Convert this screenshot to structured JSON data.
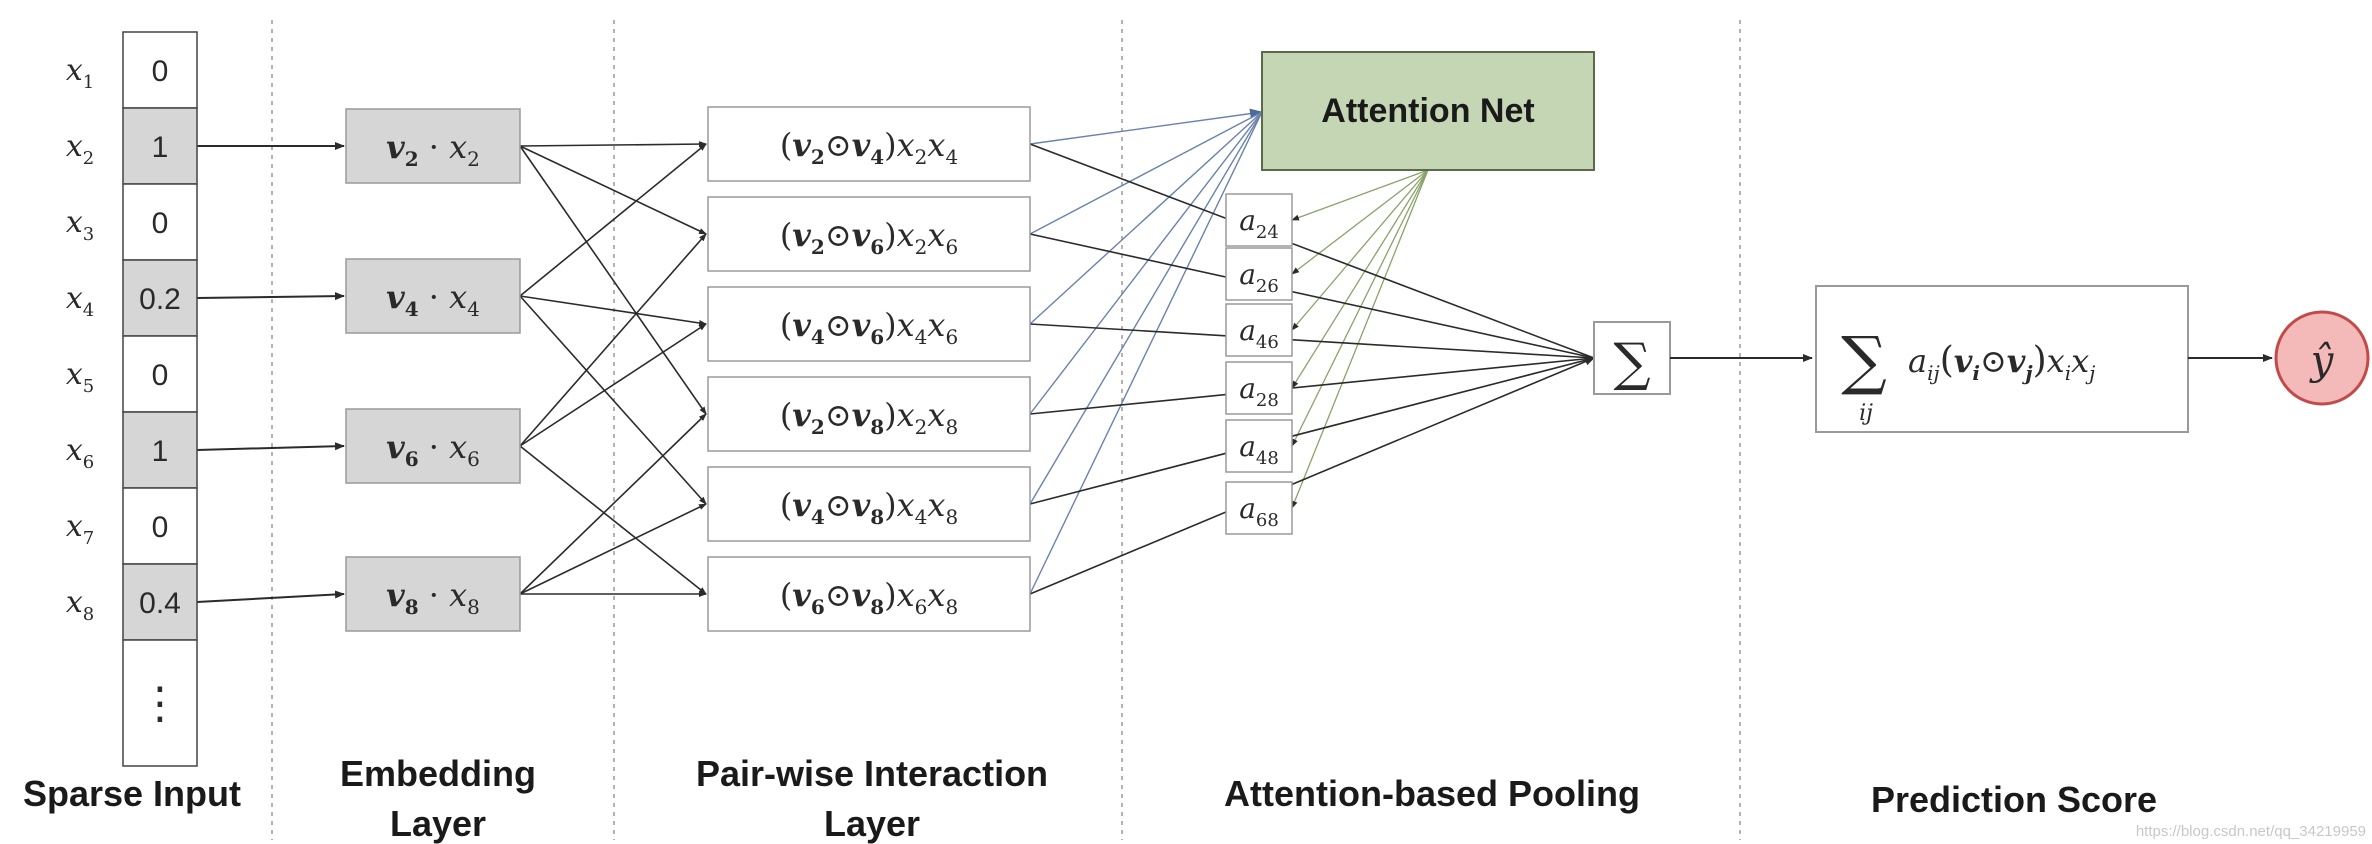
{
  "colors": {
    "line": "#2b2b2b",
    "gray_fill": "#d6d6d6",
    "attention_fill": "#c5d6b4",
    "attention_stroke": "#5a6b4a",
    "blue_line": "#6a82ad",
    "green_line": "#8aa26a",
    "output_fill": "#f4b9b9",
    "output_stroke": "#c44a4a",
    "divider": "#9a9a9a"
  },
  "sparse_input": {
    "vars": [
      {
        "base": "x",
        "sub": "1"
      },
      {
        "base": "x",
        "sub": "2"
      },
      {
        "base": "x",
        "sub": "3"
      },
      {
        "base": "x",
        "sub": "4"
      },
      {
        "base": "x",
        "sub": "5"
      },
      {
        "base": "x",
        "sub": "6"
      },
      {
        "base": "x",
        "sub": "7"
      },
      {
        "base": "x",
        "sub": "8"
      }
    ],
    "cells": [
      {
        "value": "0",
        "active": false
      },
      {
        "value": "1",
        "active": true
      },
      {
        "value": "0",
        "active": false
      },
      {
        "value": "0.2",
        "active": true
      },
      {
        "value": "0",
        "active": false
      },
      {
        "value": "1",
        "active": true
      },
      {
        "value": "0",
        "active": false
      },
      {
        "value": "0.4",
        "active": true
      }
    ],
    "ellipsis": "⋮"
  },
  "embedding": [
    {
      "v": "v",
      "vsub": "2",
      "x": "x",
      "xsub": "2"
    },
    {
      "v": "v",
      "vsub": "4",
      "x": "x",
      "xsub": "4"
    },
    {
      "v": "v",
      "vsub": "6",
      "x": "x",
      "xsub": "6"
    },
    {
      "v": "v",
      "vsub": "8",
      "x": "x",
      "xsub": "8"
    }
  ],
  "interactions": [
    {
      "a": "2",
      "b": "4"
    },
    {
      "a": "2",
      "b": "6"
    },
    {
      "a": "4",
      "b": "6"
    },
    {
      "a": "2",
      "b": "8"
    },
    {
      "a": "4",
      "b": "8"
    },
    {
      "a": "6",
      "b": "8"
    }
  ],
  "attention_net": {
    "label": "Attention Net"
  },
  "attention_scores": [
    {
      "base": "a",
      "sub": "24"
    },
    {
      "base": "a",
      "sub": "26"
    },
    {
      "base": "a",
      "sub": "46"
    },
    {
      "base": "a",
      "sub": "28"
    },
    {
      "base": "a",
      "sub": "48"
    },
    {
      "base": "a",
      "sub": "68"
    }
  ],
  "sum_symbol": "∑",
  "prediction": {
    "sum": "∑",
    "sum_sub": "ij",
    "a": "a",
    "a_sub": "ij",
    "lp": "(",
    "vi": "v",
    "vi_sub": "i",
    "odot": "⊙",
    "vj": "v",
    "vj_sub": "j",
    "rp": ")",
    "xi": "x",
    "xi_sub": "i",
    "xj": "x",
    "xj_sub": "j"
  },
  "output": {
    "label": "ŷ"
  },
  "sections": {
    "sparse_input": "Sparse Input",
    "embedding_1": "Embedding",
    "embedding_2": "Layer",
    "pairwise_1": "Pair-wise Interaction",
    "pairwise_2": "Layer",
    "pooling": "Attention-based Pooling",
    "prediction": "Prediction Score"
  },
  "watermark": "https://blog.csdn.net/qq_34219959"
}
